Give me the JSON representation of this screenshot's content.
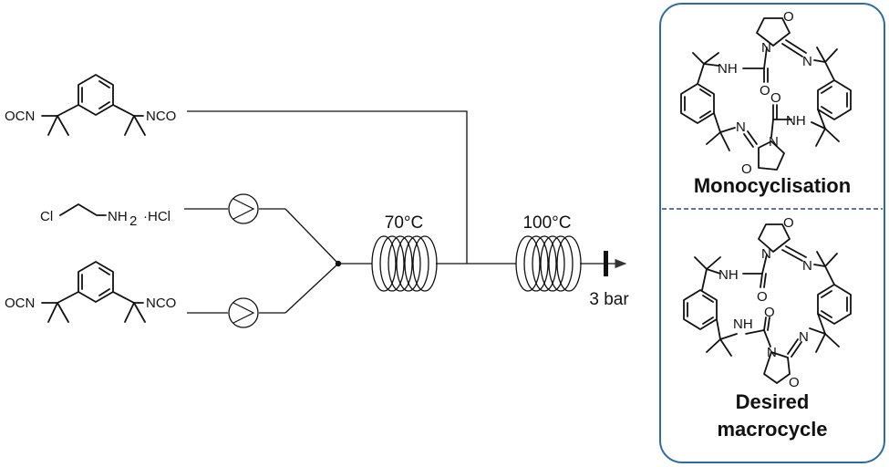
{
  "reagents": {
    "diisocyanate_top": {
      "left_group": "OCN",
      "right_group": "NCO"
    },
    "chloroethylamine": {
      "atom_cl": "Cl",
      "atom_n": "NH",
      "subscript": "2",
      "salt": "·HCl"
    },
    "diisocyanate_bottom": {
      "left_group": "OCN",
      "right_group": "NCO"
    }
  },
  "reactor1": {
    "temperature": "70°C"
  },
  "reactor2": {
    "temperature": "100°C"
  },
  "back_pressure": {
    "label": "3 bar"
  },
  "products": {
    "monocyclisation": {
      "label": "Monocyclisation",
      "color": "#ee0000"
    },
    "macrocycle": {
      "label_line1": "Desired",
      "label_line2": "macrocycle",
      "color": "#3a7d1e"
    },
    "atoms": {
      "N": "N",
      "O": "O",
      "NH": "NH"
    }
  },
  "colors": {
    "panel_border": "#2d6ca2",
    "divider": "#1f4e8a"
  }
}
